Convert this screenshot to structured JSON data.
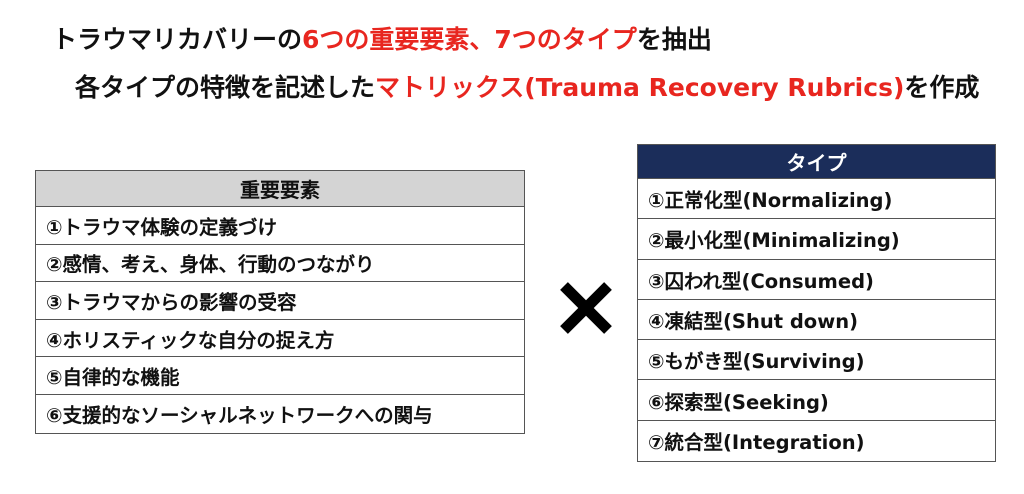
{
  "heading": {
    "line1_a": "トラウマリカバリーの",
    "line1_red": "6つの重要要素、7つのタイプ",
    "line1_b": "を抽出",
    "line2_a": "各タイプの特徴を記述した",
    "line2_red": "マトリックス(Trauma Recovery Rubrics)",
    "line2_b": "を作成"
  },
  "elements_table": {
    "header": "重要要素",
    "rows": [
      "①トラウマ体験の定義づけ",
      "②感情、考え、身体、行動のつながり",
      "③トラウマからの影響の受容",
      "④ホリスティックな自分の捉え方",
      "⑤自律的な機能",
      "⑥支援的なソーシャルネットワークへの関与"
    ]
  },
  "types_table": {
    "header": "タイプ",
    "rows": [
      "①正常化型(Normalizing)",
      "②最小化型(Minimalizing)",
      "③囚われ型(Consumed)",
      "④凍結型(Shut down)",
      "⑤もがき型(Surviving)",
      "⑥探索型(Seeking)",
      "⑦統合型(Integration)"
    ]
  },
  "multiply_icon": "cross-icon",
  "colors": {
    "accent_red": "#e8261f",
    "types_header_bg": "#1b2d5a",
    "elements_header_bg": "#d4d4d4"
  }
}
